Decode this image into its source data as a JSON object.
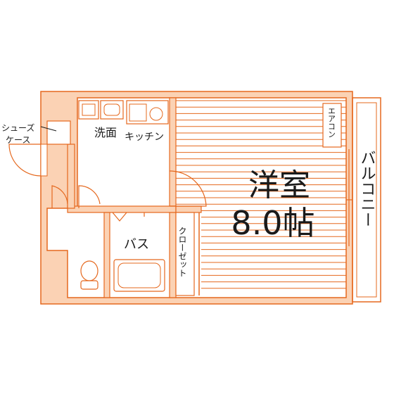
{
  "colors": {
    "wall_fill": "#fbd2b4",
    "line": "#e5681e",
    "floor": "#ffffff",
    "text": "#1a1a1a"
  },
  "rooms": {
    "main_room_name": "洋室",
    "main_room_size": "8.0帖",
    "kitchen_wash": "洗面",
    "kitchen": "キッチン",
    "bath": "バス",
    "closet": "クローゼット",
    "balcony": "バルコニー",
    "aircon": "エアコン",
    "shoe_case_line1": "シューズ",
    "shoe_case_line2": "ケース"
  }
}
